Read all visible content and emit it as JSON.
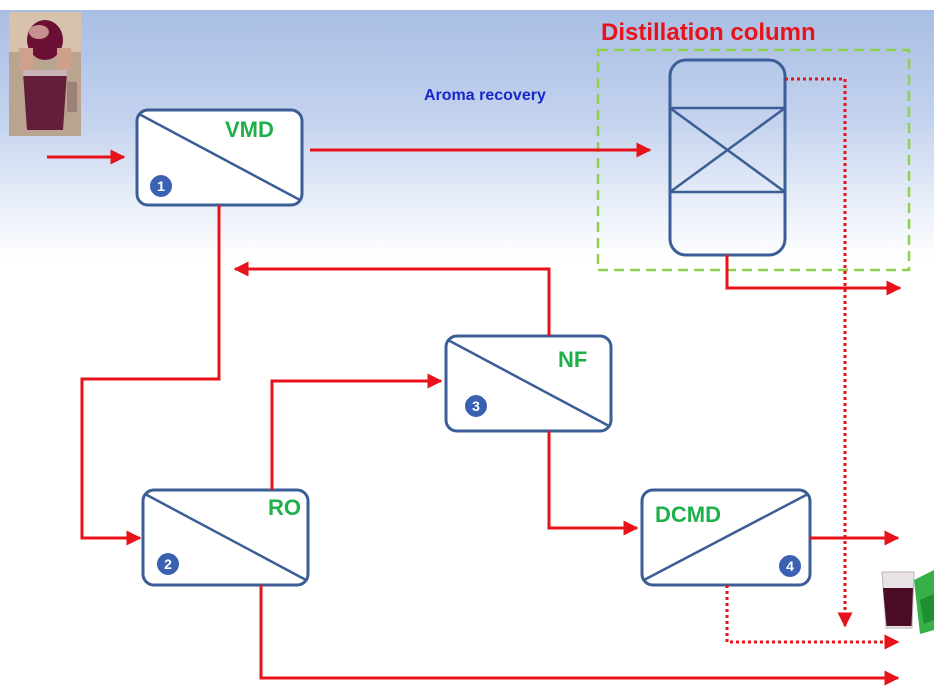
{
  "title": "Distillation column",
  "aroma_label": "Aroma recovery",
  "units": [
    {
      "id": "vmd",
      "label": "VMD",
      "number": "1"
    },
    {
      "id": "ro",
      "label": "RO",
      "number": "2"
    },
    {
      "id": "nf",
      "label": "NF",
      "number": "3"
    },
    {
      "id": "dcmd",
      "label": "DCMD",
      "number": "4"
    }
  ],
  "colors": {
    "flow_line": "#e8131a",
    "unit_border": "#3c5e96",
    "unit_label": "#1fb04b",
    "title": "#e8131a",
    "aroma_label": "#1a27c8",
    "column_frame": "#8fd14f",
    "number_badge": "#3b62b2"
  },
  "images": [
    {
      "name": "beet-juicing-photo",
      "kind": "photo"
    },
    {
      "name": "juice-glass-photo",
      "kind": "photo"
    }
  ]
}
